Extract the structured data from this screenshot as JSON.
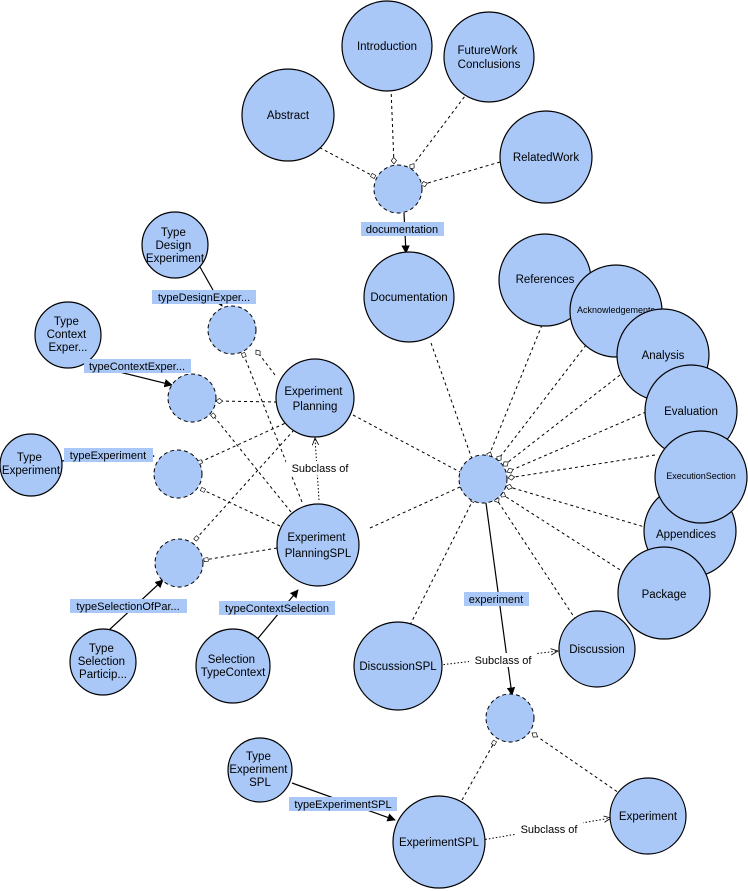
{
  "nodes": {
    "introduction": "Introduction",
    "future_work": [
      "FutureWork",
      "Conclusions"
    ],
    "abstract": "Abstract",
    "related_work": "RelatedWork",
    "documentation": "Documentation",
    "references": "References",
    "acknowledgements": "Acknowledgements",
    "analysis": "Analysis",
    "evaluation": "Evaluation",
    "execution_section": "ExecutionSection",
    "appendices": "Appendices",
    "package": "Package",
    "discussion": "Discussion",
    "discussion_spl": "DiscussionSPL",
    "experiment": "Experiment",
    "experiment_spl": "ExperimentSPL",
    "type_experiment_spl": [
      "Type",
      "Experiment",
      "SPL"
    ],
    "experiment_planning": [
      "Experiment",
      "Planning"
    ],
    "experiment_planning_spl": [
      "Experiment",
      "PlanningSPL"
    ],
    "type_design_experiment": [
      "Type",
      "Design",
      "Experiment"
    ],
    "type_context_exper": [
      "Type",
      "Context",
      "Exper..."
    ],
    "type_experiment": [
      "Type",
      "Experiment"
    ],
    "type_selection_particip": [
      "Type",
      "Selection",
      "Particip..."
    ],
    "selection_type_context": [
      "Selection",
      "TypeContext"
    ]
  },
  "edge_labels": {
    "documentation": "documentation",
    "experiment": "experiment",
    "type_design_exper": "typeDesignExper...",
    "type_context_exper": "typeContextExper...",
    "type_experiment": "typeExperiment",
    "type_selection_of_par": "typeSelectionOfPar...",
    "type_context_selection": "typeContextSelection",
    "type_experiment_spl": "typeExperimentSPL"
  },
  "subclass_label": "Subclass of"
}
